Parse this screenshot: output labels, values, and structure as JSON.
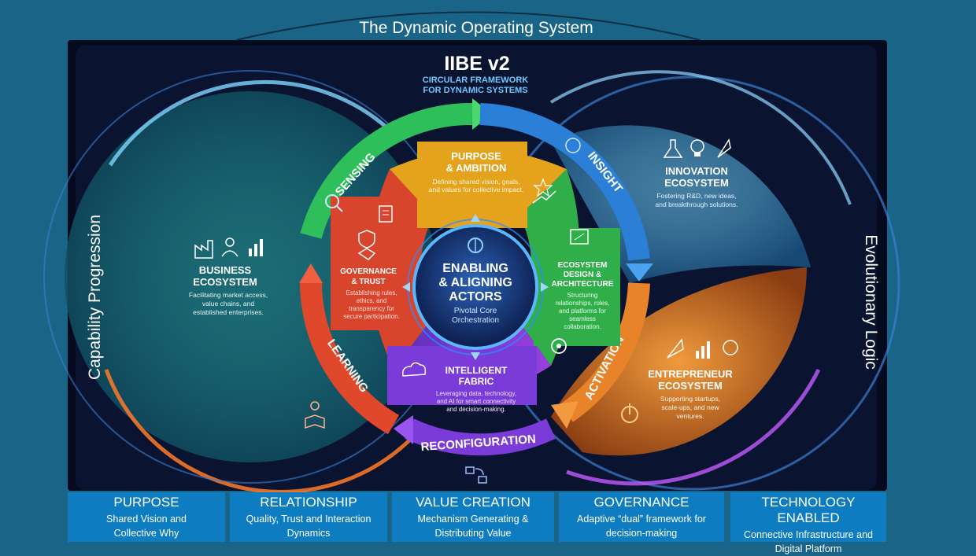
{
  "page": {
    "title": "The Dynamic Operating System",
    "left_label": "Capability Progression",
    "right_label": "Evolutionary Logic"
  },
  "diagram": {
    "title": "IIBE v2",
    "subtitle_line1": "CIRCULAR FRAMEWORK",
    "subtitle_line2": "FOR DYNAMIC SYSTEMS",
    "core": {
      "line1": "ENABLING",
      "line2": "& ALIGNING",
      "line3": "ACTORS",
      "sub1": "Pivotal Core",
      "sub2": "Orchestration"
    },
    "segments": {
      "purpose": {
        "title1": "PURPOSE",
        "title2": "& AMBITION",
        "d1": "Defining shared vision, goals,",
        "d2": "and values for collective impact."
      },
      "governance": {
        "title1": "GOVERNANCE",
        "title2": "& TRUST",
        "d1": "Establishing rules,",
        "d2": "ethics, and",
        "d3": "transparency for",
        "d4": "secure participation."
      },
      "design": {
        "title1": "ECOSYSTEM",
        "title2": "DESIGN &",
        "title3": "ARCHITECTURE",
        "d1": "Structuring",
        "d2": "relationships, roles,",
        "d3": "and platforms for",
        "d4": "seamless",
        "d5": "collaboration."
      },
      "fabric": {
        "title1": "INTELLIGENT",
        "title2": "FABRIC",
        "d1": "Leveraging data, technology,",
        "d2": "and AI for smart connectivity",
        "d3": "and decision-making."
      }
    },
    "cycle": {
      "sensing": "SENSING",
      "insight": "INSIGHT",
      "activation": "ACTIVATION",
      "reconfiguration": "RECONFIGURATION",
      "learning": "LEARNING"
    },
    "ecosystems": {
      "business": {
        "title1": "BUSINESS",
        "title2": "ECOSYSTEM",
        "d1": "Facilitating market access,",
        "d2": "value chains, and",
        "d3": "established enterprises."
      },
      "innovation": {
        "title1": "INNOVATION",
        "title2": "ECOSYSTEM",
        "d1": "Fostering R&D, new ideas,",
        "d2": "and breakthrough solutions."
      },
      "entrepreneur": {
        "title1": "ENTREPRENEUR",
        "title2": "ECOSYSTEM",
        "d1": "Supporting startups,",
        "d2": "scale-ups, and new",
        "d3": "ventures."
      }
    },
    "colors": {
      "teal": "#1fa5a8",
      "blue": "#3f9dd6",
      "orange": "#e8832a",
      "purple": "#8a3fd6",
      "red": "#d9442c",
      "green": "#2fae4a",
      "yellow": "#e4a21d"
    },
    "icons": [
      "factory-icon",
      "handshake-icon",
      "chart-icon",
      "flask-icon",
      "bulb-icon",
      "rocket-icon",
      "brain-icon",
      "power-icon",
      "book-icon",
      "search-icon",
      "cloud-icon",
      "gear-icon"
    ]
  },
  "pillars": [
    {
      "title": "PURPOSE",
      "line1": "Shared Vision and",
      "line2": "Collective Why"
    },
    {
      "title": "RELATIONSHIP",
      "line1": "Quality, Trust and Interaction",
      "line2": "Dynamics"
    },
    {
      "title": "VALUE CREATION",
      "line1": "Mechanism Generating &",
      "line2": "Distributing Value"
    },
    {
      "title": "GOVERNANCE",
      "line1": "Adaptive “dual” framework for",
      "line2": "decision-making"
    },
    {
      "title": "TECHNOLOGY ENABLED",
      "line1": "Connective Infrastructure and",
      "line2": "Digital Platform"
    }
  ]
}
